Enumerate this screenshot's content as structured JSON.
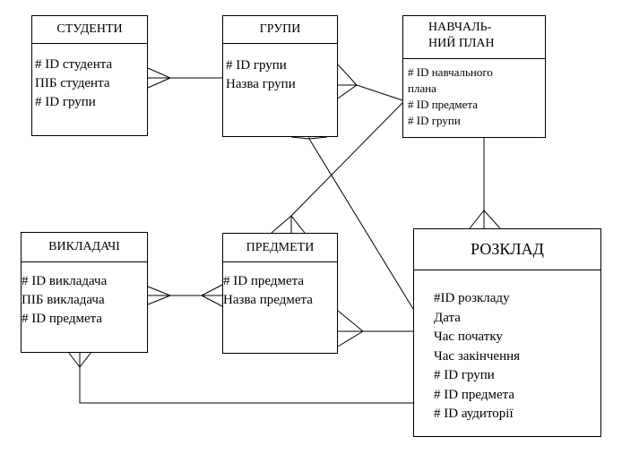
{
  "entities": {
    "students": {
      "title": "СТУДЕНТИ",
      "attrs": [
        "# ID студента",
        "ПІБ студента",
        "# ID групи"
      ]
    },
    "groups": {
      "title": "ГРУПИ",
      "attrs": [
        "# ID групи",
        "Назва групи"
      ]
    },
    "curriculum": {
      "title_line1": "НАВЧАЛЬ-",
      "title_line2": "НИЙ ПЛАН",
      "attrs": [
        "# ID навчального",
        "плана",
        "# ID предмета",
        "# ID групи"
      ]
    },
    "teachers": {
      "title": "ВИКЛАДАЧІ",
      "attrs": [
        "# ID викладача",
        "ПІБ викладача",
        "# ID предмета"
      ]
    },
    "subjects": {
      "title": "ПРЕДМЕТИ",
      "attrs": [
        "# ID предмета",
        "Назва предмета"
      ]
    },
    "schedule": {
      "title": "РОЗКЛАД",
      "attrs": [
        "#ID розкладу",
        "Дата",
        "Час початку",
        "Час закінчення",
        "# ID групи",
        "# ID предмета",
        "# ID аудиторії"
      ]
    }
  }
}
